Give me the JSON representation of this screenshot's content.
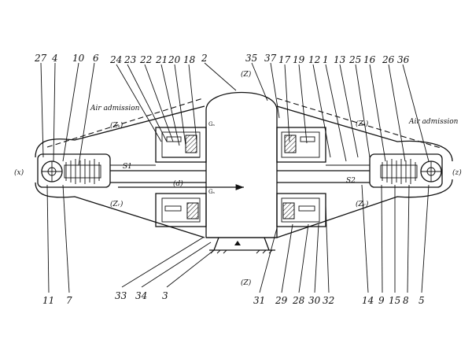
{
  "numbers_top": [
    "27",
    "4",
    "10",
    "6",
    "24",
    "23",
    "22",
    "21",
    "20",
    "18",
    "2",
    "35",
    "37",
    "17",
    "19",
    "12",
    "1",
    "13",
    "25",
    "16",
    "26",
    "36"
  ],
  "numbers_bottom": [
    "11",
    "7",
    "33",
    "34",
    "3",
    "31",
    "29",
    "28",
    "30",
    "32",
    "14",
    "9",
    "15",
    "8",
    "5"
  ],
  "labels": {
    "z_top": "(Z)",
    "z_bottom": "(Z)",
    "x_left": "(x)",
    "x_right": "(z)",
    "air_left": "Air admission",
    "air_right": "Air admission",
    "zs_left": "(Zₛ)",
    "zr_left": "(Zᵣ)",
    "zs_right": "(Zₛ)",
    "zr_right": "(Zᵣ)",
    "s1": "S1",
    "s2": "S2",
    "d": "(d)",
    "g_top": "Gₛ",
    "g_bot": "Gₛ"
  }
}
